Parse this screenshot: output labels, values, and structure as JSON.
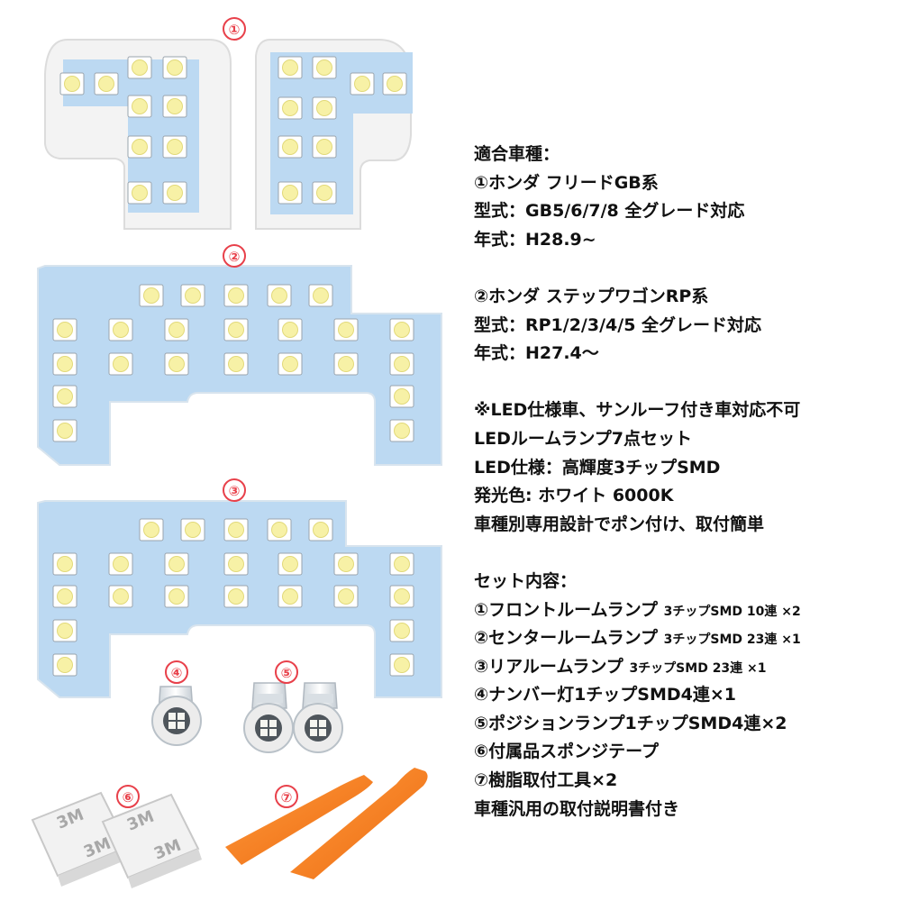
{
  "colors": {
    "pcb_blue": "#bcd9f2",
    "pcb_white": "#f3f3f3",
    "led_yellow": "#f7f1a6",
    "badge_red": "#e8404a",
    "tool_orange": "#f07a1c"
  },
  "badges": [
    "①",
    "②",
    "③",
    "④",
    "⑤",
    "⑥",
    "⑦"
  ],
  "tape_print": "3M",
  "spec_groups": [
    [
      {
        "main": "適合車種："
      },
      {
        "main": "①ホンダ フリードGB系"
      },
      {
        "main": "型式：GB5/6/7/8 全グレード対応"
      },
      {
        "main": "年式：H28.9~"
      }
    ],
    [
      {
        "main": "②ホンダ ステップワゴンRP系"
      },
      {
        "main": "型式：RP1/2/3/4/5 全グレード対応"
      },
      {
        "main": "年式：H27.4～"
      }
    ],
    [
      {
        "main": "※LED仕様車、サンルーフ付き車対応不可"
      },
      {
        "main": "LEDルームランプ7点セット"
      },
      {
        "main": "LED仕様：高輝度3チップSMD"
      },
      {
        "main": "発光色: ホワイト 6000K"
      },
      {
        "main": "車種別専用設計でポン付け、取付簡単"
      }
    ],
    [
      {
        "main": "セット内容："
      },
      {
        "main": "①フロントルームランプ",
        "small": "3チップSMD 10連 ×2"
      },
      {
        "main": "②センタールームランプ",
        "small": "3チップSMD 23連 ×1"
      },
      {
        "main": "③リアルームランプ",
        "small": "3チップSMD 23連 ×1"
      },
      {
        "main": "④ナンバー灯1チップSMD4連×1"
      },
      {
        "main": "⑤ポジションランプ1チップSMD4連×2"
      },
      {
        "main": "⑥付属品スポンジテープ"
      },
      {
        "main": "⑦樹脂取付工具×2"
      },
      {
        "main": "車種汎用の取付説明書付き"
      }
    ]
  ]
}
